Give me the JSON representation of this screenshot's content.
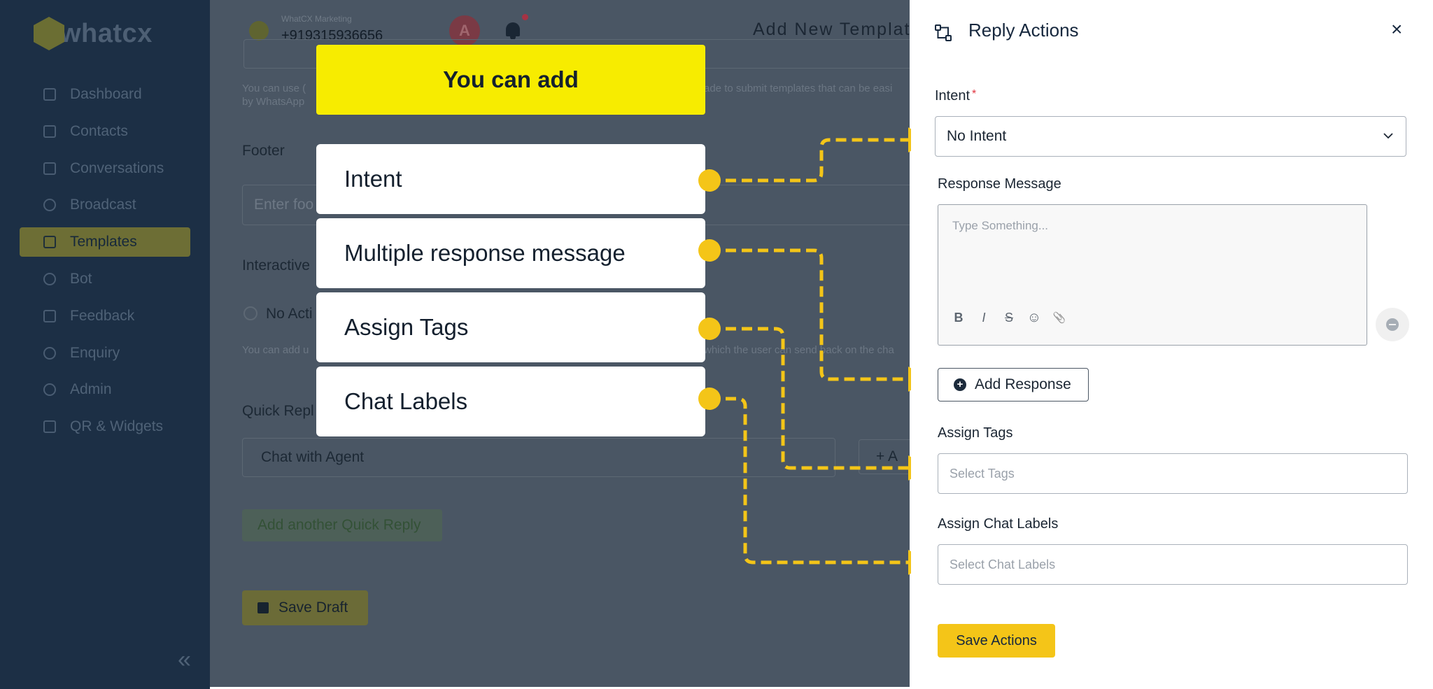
{
  "app": {
    "logo_text": "whatcx"
  },
  "sidebar": {
    "items": [
      {
        "label": "Dashboard",
        "icon": "dashboard-icon",
        "active": false
      },
      {
        "label": "Contacts",
        "icon": "contacts-icon",
        "active": false
      },
      {
        "label": "Conversations",
        "icon": "conversations-icon",
        "active": false
      },
      {
        "label": "Broadcast",
        "icon": "broadcast-icon",
        "active": false
      },
      {
        "label": "Templates",
        "icon": "templates-icon",
        "active": true
      },
      {
        "label": "Bot",
        "icon": "bot-icon",
        "active": false
      },
      {
        "label": "Feedback",
        "icon": "feedback-icon",
        "active": false
      },
      {
        "label": "Enquiry",
        "icon": "enquiry-icon",
        "active": false
      },
      {
        "label": "Admin",
        "icon": "admin-icon",
        "active": false
      },
      {
        "label": "QR & Widgets",
        "icon": "qr-widgets-icon",
        "active": false
      }
    ],
    "collapse_glyph": "«"
  },
  "header": {
    "account_name": "WhatCX Marketing",
    "account_phone": "+919315936656",
    "avatar_initial": "A",
    "page_title": "Add New Template"
  },
  "background_form": {
    "helper_top_1": "You can use (",
    "helper_top_1_right": "ade to submit templates that can be easi",
    "helper_top_2": "by WhatsApp",
    "footer_label": "Footer",
    "footer_placeholder": "Enter foo",
    "interactive_label": "Interactive",
    "radio_label": "No Acti",
    "helper_bottom_left": "You can add u",
    "helper_bottom_right": "which the user can send back on the cha",
    "quick_reply_label": "Quick Repl",
    "quick_reply_value": "Chat with Agent",
    "add_small_label": "+ A",
    "add_quick_reply": "Add another Quick Reply",
    "save_draft": "Save Draft"
  },
  "callouts": {
    "banner": "You can add",
    "items": [
      "Intent",
      "Multiple response message",
      "Assign Tags",
      "Chat Labels"
    ]
  },
  "drawer": {
    "title": "Reply Actions",
    "close_glyph": "×",
    "intent_label": "Intent",
    "required_mark": "*",
    "intent_value": "No Intent",
    "response_label": "Response Message",
    "response_placeholder": "Type Something...",
    "toolbar": [
      "B",
      "I",
      "S",
      "☺",
      "📎"
    ],
    "add_response": "Add Response",
    "tags_label": "Assign Tags",
    "tags_placeholder": "Select Tags",
    "chat_labels_label": "Assign Chat Labels",
    "chat_labels_placeholder": "Select Chat Labels",
    "save_actions": "Save Actions"
  },
  "colors": {
    "sidebar_bg": "#1c2f45",
    "overlay_bg": "#4a5664",
    "callout_yellow": "#f7ec00",
    "connector_yellow": "#f4c518",
    "save_button": "#f4c518",
    "text_dark": "#17283e"
  }
}
